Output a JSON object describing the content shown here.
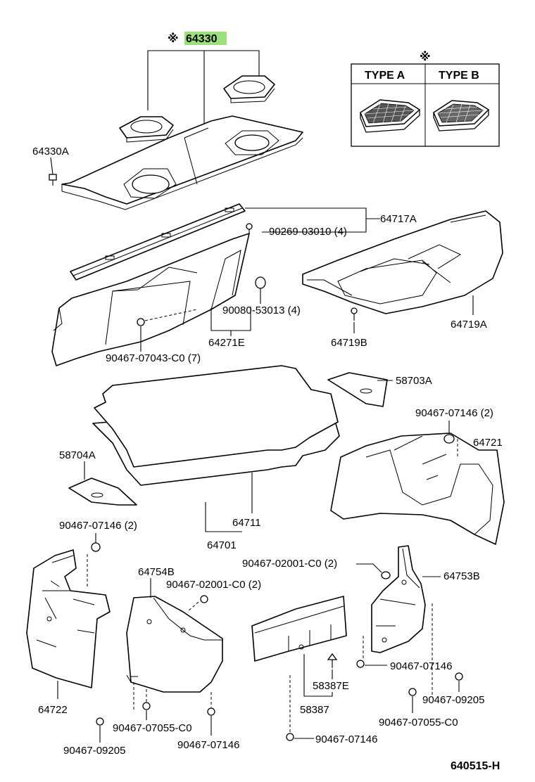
{
  "highlight_color": "#9be07a",
  "header": {
    "mark": "※",
    "part": "64330"
  },
  "type_table": {
    "mark": "※",
    "col_a": "TYPE  A",
    "col_b": "TYPE  B"
  },
  "labels": {
    "p64330A": "64330A",
    "p64717A": "64717A",
    "p90269": "90269-03010 (4)",
    "p64719A": "64719A",
    "p64719B": "64719B",
    "p90080": "90080-53013 (4)",
    "p64271E": "64271E",
    "p90467_07043": "90467-07043-C0 (7)",
    "p58703A": "58703A",
    "p90467_07146_r": "90467-07146 (2)",
    "p64721": "64721",
    "p58704A": "58704A",
    "p64711": "64711",
    "p64701": "64701",
    "p90467_07146_l": "90467-07146 (2)",
    "p90467_02001_r": "90467-02001-C0 (2)",
    "p64753B": "64753B",
    "p64754B": "64754B",
    "p90467_02001_m": "90467-02001-C0 (2)",
    "p64722": "64722",
    "p58387E": "58387E",
    "p58387": "58387",
    "p90467_07146_a": "90467-07146",
    "p90467_09205_r": "90467-09205",
    "p90467_07055_r": "90467-07055-C0",
    "p90467_07055_m": "90467-07055-C0",
    "p90467_07146_m": "90467-07146",
    "p90467_09205_l": "90467-09205",
    "p90467_07146_b": "90467-07146"
  },
  "footer": {
    "code": "640515-H"
  }
}
